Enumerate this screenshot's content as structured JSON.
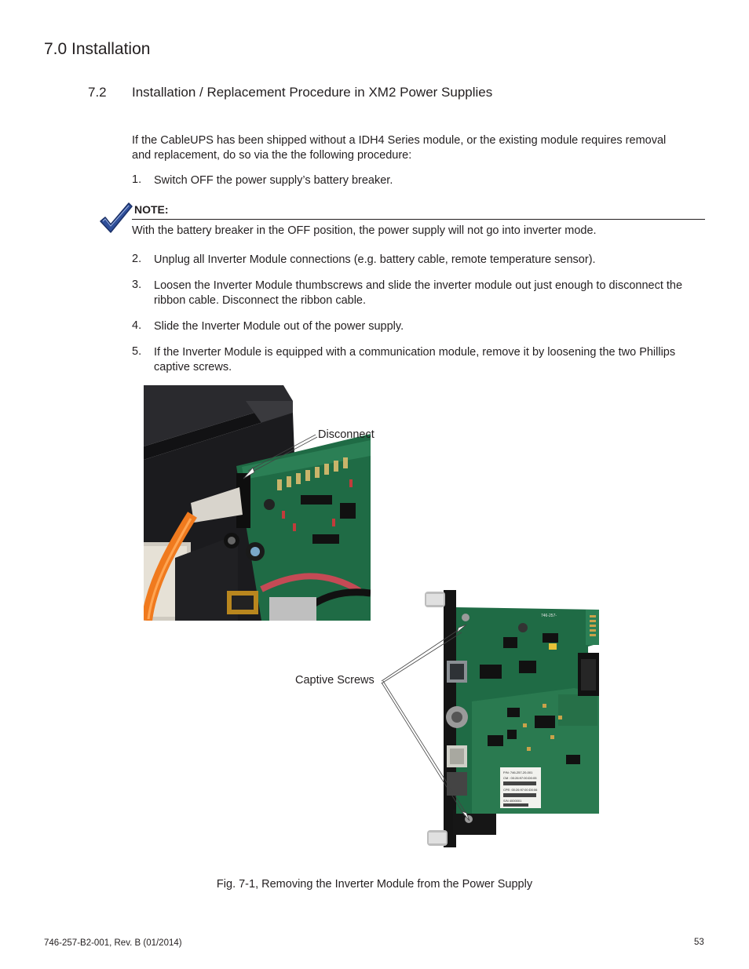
{
  "section_title": "7.0 Installation",
  "subsection": {
    "number": "7.2",
    "title": "Installation / Replacement Procedure in XM2 Power Supplies"
  },
  "intro": "If the CableUPS has been shipped without a IDH4 Series module, or the existing module requires removal and replacement, do so via the the following procedure:",
  "steps": [
    {
      "num": "1.",
      "text": "Switch OFF the power supply’s battery breaker."
    },
    {
      "num": "2.",
      "text": "Unplug all Inverter Module connections (e.g. battery cable, remote temperature sensor)."
    },
    {
      "num": "3.",
      "text": "Loosen the Inverter Module thumbscrews and slide the inverter module out just enough to disconnect the ribbon cable. Disconnect the ribbon cable."
    },
    {
      "num": "4.",
      "text": "Slide the Inverter Module out of the power supply."
    },
    {
      "num": "5.",
      "text": "If the Inverter Module is equipped with a communication module, remove it by loosening the two Phillips captive screws."
    }
  ],
  "note": {
    "label": "NOTE:",
    "text": "With the battery breaker in the OFF position, the power supply will not go into inverter mode.",
    "icon": "checkmark-icon"
  },
  "figure": {
    "callout_disconnect": "Disconnect",
    "callout_screws": "Captive Screws",
    "caption": "Fig. 7-1, Removing the Inverter Module from the Power Supply",
    "label_pn": "P/N: 746-257-20-001",
    "label_cm": "CM : 00:26:97:00:D0:05",
    "label_cpe": "CPE: 00:26:97:00:D0:06",
    "label_sn": "S/N 4000001",
    "board_label": "746-257-"
  },
  "footer": {
    "doc_id": "746-257-B2-001, Rev. B (01/2014)",
    "page": "53"
  },
  "colors": {
    "pcb": "#1f6b45",
    "text": "#231f20",
    "check": "#2f4f9a"
  }
}
